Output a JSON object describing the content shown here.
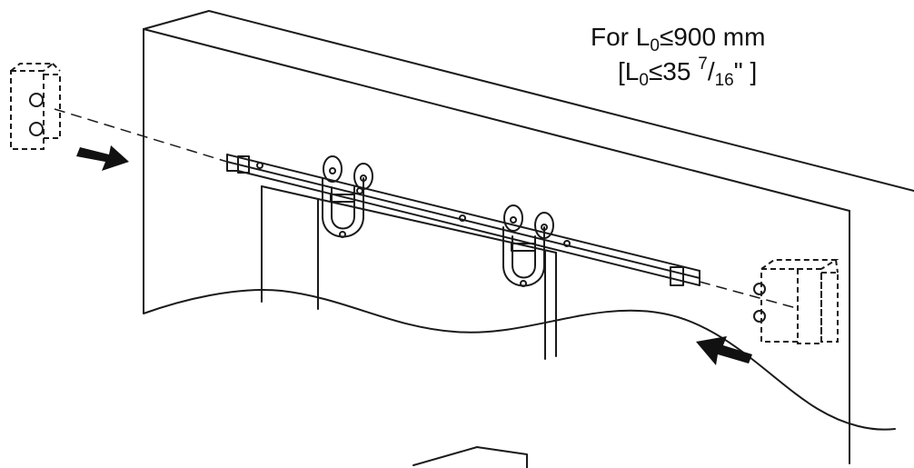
{
  "annotation": {
    "line1": {
      "prefix": "For L",
      "sub": "0",
      "rest": "≤900 mm"
    },
    "line2": {
      "open": "[L",
      "sub": "0",
      "mid": "≤35 ",
      "num": "7",
      "slash": "/",
      "den": "16",
      "close": "\" ]"
    }
  },
  "colors": {
    "stroke": "#1a1a1a",
    "arrow": "#111111",
    "background": "#ffffff"
  }
}
